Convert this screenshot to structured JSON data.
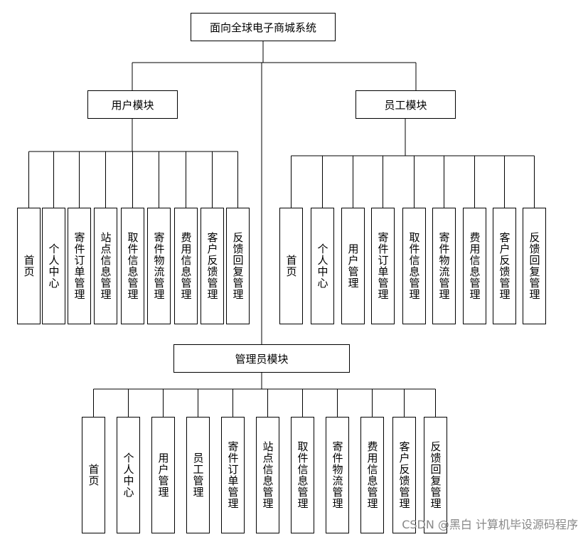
{
  "root": {
    "label": "面向全球电子商城系统"
  },
  "user_module": {
    "label": "用户模块",
    "items": [
      "首页",
      "个人中心",
      "寄件订单管理",
      "站点信息管理",
      "取件信息管理",
      "寄件物流管理",
      "费用信息管理",
      "客户反馈管理",
      "反馈回复管理"
    ]
  },
  "staff_module": {
    "label": "员工模块",
    "items": [
      "首页",
      "个人中心",
      "用户管理",
      "寄件订单管理",
      "取件信息管理",
      "寄件物流管理",
      "费用信息管理",
      "客户反馈管理",
      "反馈回复管理"
    ]
  },
  "admin_module": {
    "label": "管理员模块",
    "items": [
      "首页",
      "个人中心",
      "用户管理",
      "员工管理",
      "寄件订单管理",
      "站点信息管理",
      "取件信息管理",
      "寄件物流管理",
      "费用信息管理",
      "客户反馈管理",
      "反馈回复管理"
    ]
  },
  "watermark": "CSDN @黑白  计算机毕设源码程序"
}
